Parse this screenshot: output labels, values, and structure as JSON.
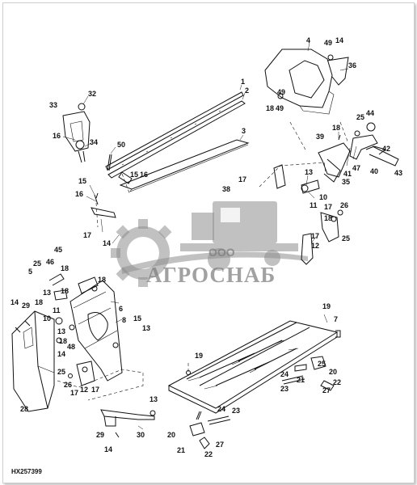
{
  "drawing": {
    "code": "HX257399",
    "callouts": [
      "1",
      "2",
      "3",
      "4",
      "5",
      "6",
      "7",
      "8",
      "10",
      "11",
      "12",
      "13",
      "14",
      "15",
      "16",
      "17",
      "18",
      "19",
      "20",
      "21",
      "22",
      "23",
      "24",
      "25",
      "26",
      "27",
      "28",
      "29",
      "30",
      "32",
      "33",
      "34",
      "35",
      "36",
      "38",
      "39",
      "40",
      "41",
      "42",
      "43",
      "44",
      "45",
      "46",
      "47",
      "48",
      "49",
      "50"
    ]
  },
  "watermark": {
    "brand": "АГРОСНАБ",
    "prefix": "ООО"
  }
}
